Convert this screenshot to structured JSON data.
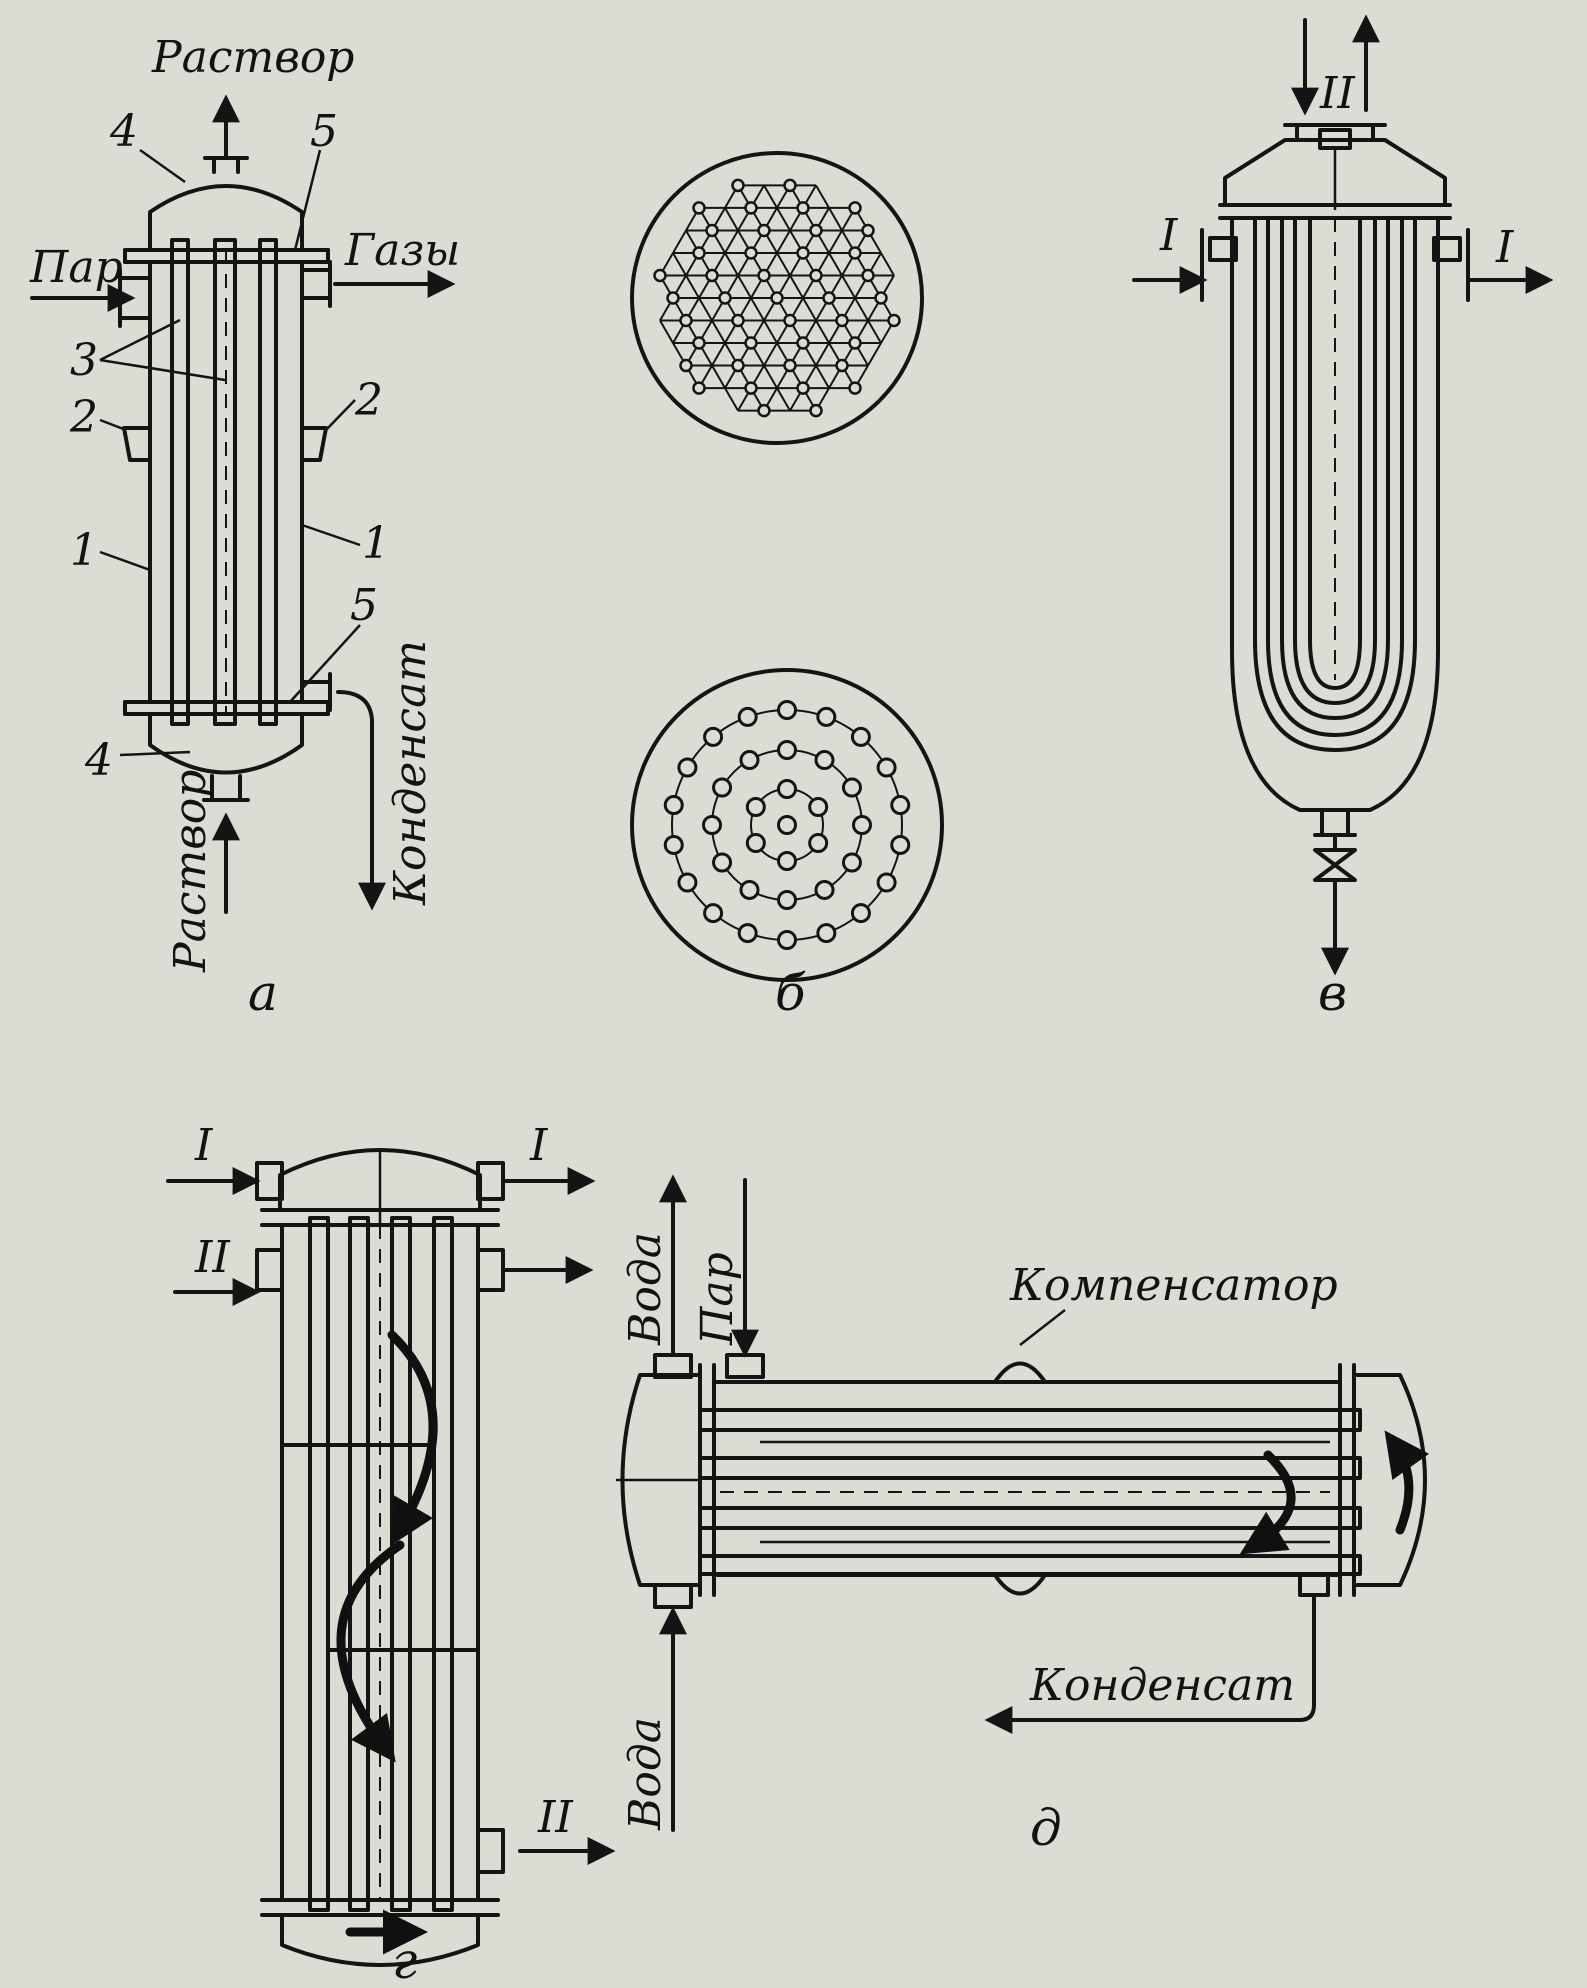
{
  "colors": {
    "ink": "#141414",
    "paper": "#dcdcd5"
  },
  "panel_a": {
    "label_rastvor_top": "Раствор",
    "label_par": "Пар",
    "label_gazy": "Газы",
    "label_kondensat": "Конденсат",
    "label_rastvor_bottom": "Раствор",
    "num_1": "1",
    "num_2": "2",
    "num_3": "3",
    "num_4": "4",
    "num_5": "5",
    "caption": "а"
  },
  "panel_b": {
    "caption": "б"
  },
  "panel_v": {
    "stream_1": "I",
    "stream_2": "II",
    "caption": "в"
  },
  "panel_g": {
    "stream_1": "I",
    "stream_2": "II",
    "caption": "г"
  },
  "panel_d": {
    "label_voda_top": "Вода",
    "label_par": "Пар",
    "label_kompensator": "Компенсатор",
    "label_kondensat": "Конденсат",
    "label_voda_bottom": "Вода",
    "caption": "д"
  }
}
